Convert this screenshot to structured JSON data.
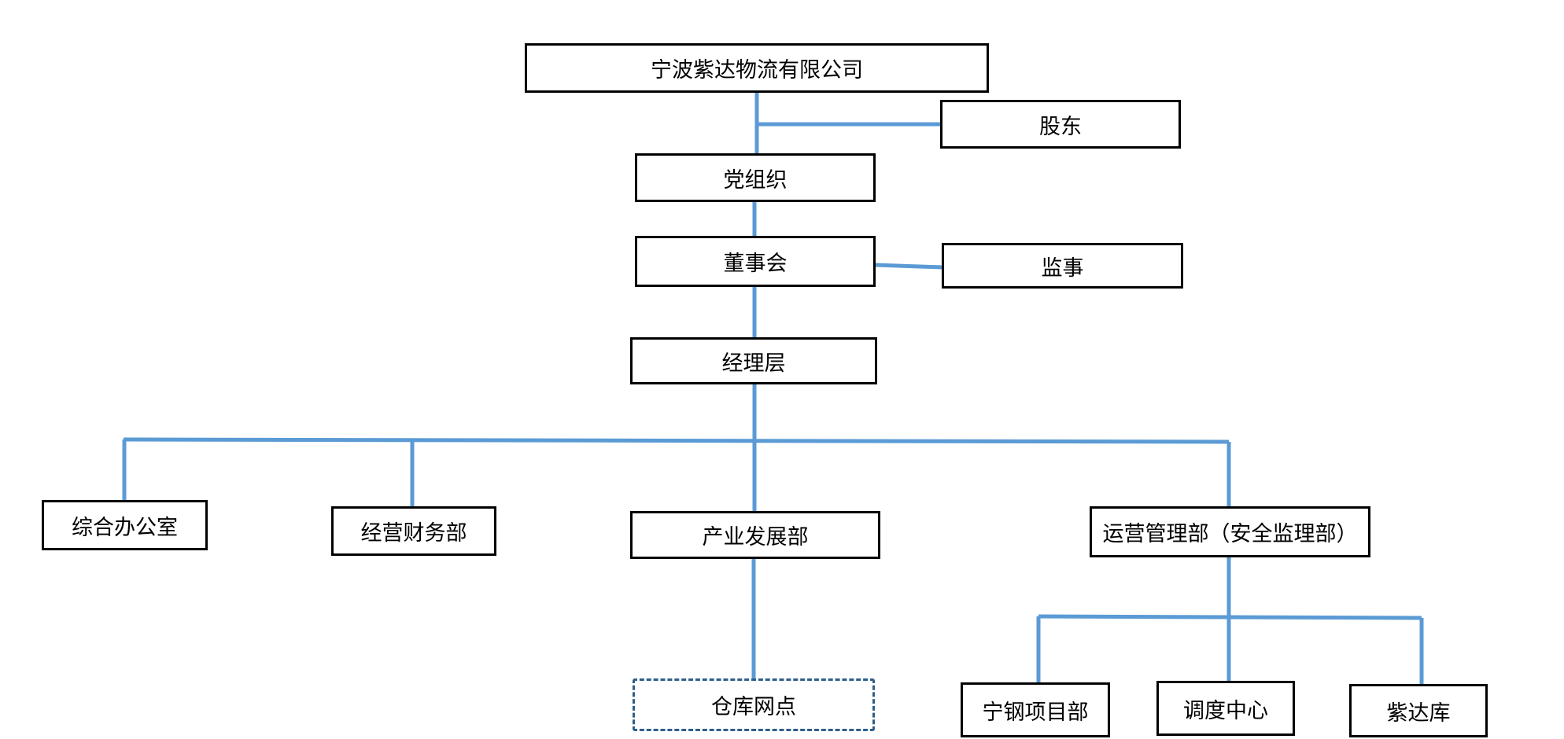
{
  "colors": {
    "connector": "#5B9BD5",
    "box_border": "#000000",
    "dashed_border": "#2E5E8C"
  },
  "nodes": {
    "company": "宁波紫达物流有限公司",
    "shareholders": "股东",
    "party": "党组织",
    "board": "董事会",
    "supervisor": "监事",
    "management": "经理层",
    "general_office": "综合办公室",
    "finance": "经营财务部",
    "industry_dev": "产业发展部",
    "operations": "运营管理部（安全监理部）",
    "warehouse_network": "仓库网点",
    "ningsteel_project": "宁钢项目部",
    "dispatch_center": "调度中心",
    "zida_warehouse": "紫达库"
  }
}
